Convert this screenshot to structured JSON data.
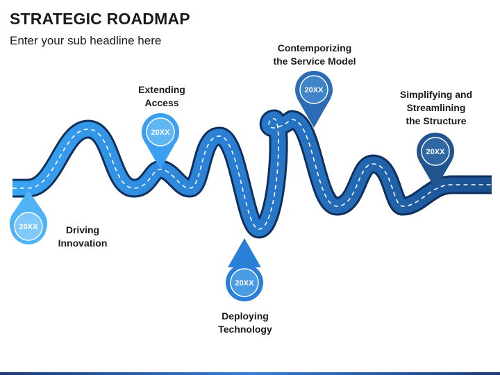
{
  "header": {
    "title": "STRATEGIC ROADMAP",
    "subtitle": "Enter your sub headline here"
  },
  "milestones": [
    {
      "year": "20XX",
      "label_line1": "Driving",
      "label_line2": "Innovation",
      "color": "#4fb3f6"
    },
    {
      "year": "20XX",
      "label_line1": "Extending",
      "label_line2": "Access",
      "color": "#3a9ff0"
    },
    {
      "year": "20XX",
      "label_line1": "Deploying",
      "label_line2": "Technology",
      "color": "#2a80d6"
    },
    {
      "year": "20XX",
      "label_line1": "Contemporizing",
      "label_line2": "the Service Model",
      "color": "#2b6cb4"
    },
    {
      "year": "20XX",
      "label_line1": "Simplifying and",
      "label_line2": "Streamlining",
      "label_line3": "the Structure",
      "color": "#22558f"
    }
  ],
  "colors": {
    "road_start": "#3aa6f3",
    "road_end": "#1a4e8c",
    "road_edge": "#0f2f5c",
    "dash": "#ffffff"
  }
}
